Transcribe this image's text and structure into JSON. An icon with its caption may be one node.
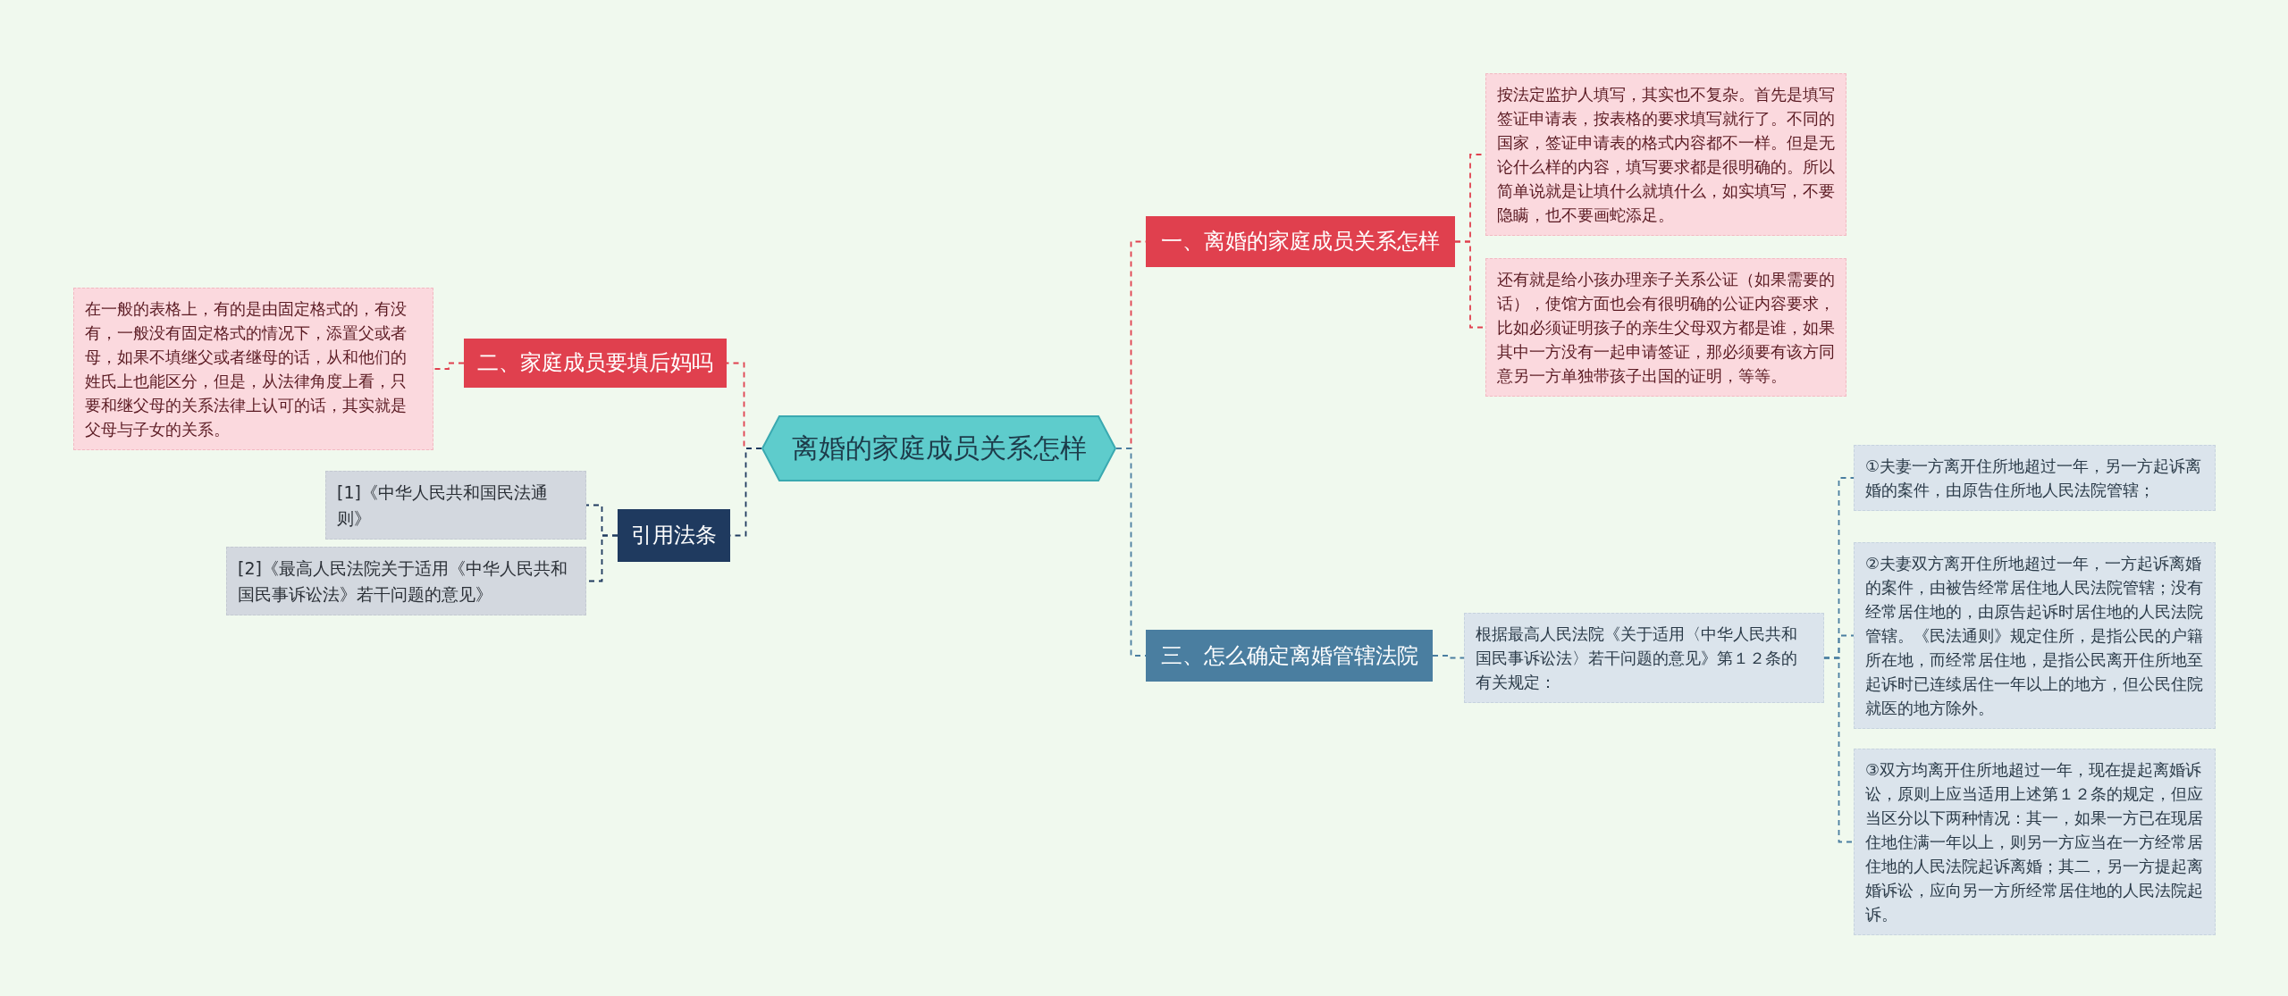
{
  "diagram": {
    "nodes": [
      {
        "text": [
          "离婚的家庭成员关系怎样"
        ]
      },
      {
        "text": [
          "一、离婚的家庭成员关系怎样"
        ]
      },
      {
        "text": [
          "按法定监护人填写，其实也不复杂。首先是填写签证申请表，按表格的要求填写就行了。不同的国家，签证申请表的格式内容都不一样。但是无论什么样的内容，填写要求都是很明确的。所以简单说就是让填什么就填什么，如实填写，不要隐瞒，也不要画蛇添足。"
        ]
      },
      {
        "text": [
          "还有就是给小孩办理亲子关系公证（如果需要的话），使馆方面也会有很明确的公证内容要求，比如必须证明孩子的亲生父母双方都是谁，如果其中一方没有一起申请签证，那必须要有该方同意另一方单独带孩子出国的证明，等等。"
        ]
      },
      {
        "text": [
          "二、家庭成员要填后妈吗"
        ]
      },
      {
        "text": [
          "在一般的表格上，有的是由固定格式的，有没有，一般没有固定格式的情况下，添置父或者母，如果不填继父或者继母的话，从和他们的姓氏上也能区分，但是，从法律角度上看，只要和继父母的关系法律上认可的话，其实就是父母与子女的关系。"
        ]
      },
      {
        "text": [
          "引用法条"
        ]
      },
      {
        "text": [
          "[1]《中华人民共和国民法通则》"
        ]
      },
      {
        "text": [
          "[2]《最高人民法院关于适用《中华人民共和国民事诉讼法》若干问题的意见》"
        ]
      },
      {
        "text": [
          "三、怎么确定离婚管辖法院"
        ]
      },
      {
        "text": [
          "根据最高人民法院《关于适用〈中华人民共和国民事诉讼法〉若干问题的意见》第１２条的有关规定："
        ]
      },
      {
        "text": [
          "①夫妻一方离开住所地超过一年，另一方起诉离婚的案件，由原告住所地人民法院管辖；"
        ]
      },
      {
        "text": [
          "②夫妻双方离开住所地超过一年，一方起诉离婚的案件，由被告经常居住地人民法院管辖；没有经常居住地的，由原告起诉时居住地的人民法院管辖。《民法通则》规定住所，是指公民的户籍所在地，而经常居住地，是指公民离开住所地至起诉时已连续居住一年以上的地方，但公民住院就医的地方除外。"
        ]
      },
      {
        "text": [
          "③双方均离开住所地超过一年，现在提起离婚诉讼，原则上应当适用上述第１２条的规定，但应当区分以下两种情况：其一，如果一方已在现居住地住满一年以上，则另一方应当在一方经常居住地的人民法院起诉离婚；其二，另一方提起离婚诉讼，应向另一方所经常居住地的人民法院起诉。"
        ]
      }
    ],
    "edges": [
      {
        "from": 0,
        "to": 1,
        "arrow": "none",
        "style": "dashed",
        "color": "#e0404e"
      },
      {
        "from": 1,
        "to": 2,
        "arrow": "none",
        "style": "dashed",
        "color": "#e0404e"
      },
      {
        "from": 1,
        "to": 3,
        "arrow": "none",
        "style": "dashed",
        "color": "#e0404e"
      },
      {
        "from": 0,
        "to": 4,
        "arrow": "none",
        "style": "dashed",
        "color": "#e0404e"
      },
      {
        "from": 4,
        "to": 5,
        "arrow": "none",
        "style": "dashed",
        "color": "#e0404e"
      },
      {
        "from": 0,
        "to": 6,
        "arrow": "none",
        "style": "dashed",
        "color": "#1f3a5f"
      },
      {
        "from": 6,
        "to": 7,
        "arrow": "none",
        "style": "dashed",
        "color": "#1f3a5f"
      },
      {
        "from": 6,
        "to": 8,
        "arrow": "none",
        "style": "dashed",
        "color": "#1f3a5f"
      },
      {
        "from": 0,
        "to": 9,
        "arrow": "none",
        "style": "dashed",
        "color": "#4a7ea0"
      },
      {
        "from": 9,
        "to": 10,
        "arrow": "none",
        "style": "dashed",
        "color": "#4a7ea0"
      },
      {
        "from": 10,
        "to": 11,
        "arrow": "none",
        "style": "dashed",
        "color": "#4a7ea0"
      },
      {
        "from": 10,
        "to": 12,
        "arrow": "none",
        "style": "dashed",
        "color": "#4a7ea0"
      },
      {
        "from": 10,
        "to": 13,
        "arrow": "none",
        "style": "dashed",
        "color": "#4a7ea0"
      }
    ]
  }
}
